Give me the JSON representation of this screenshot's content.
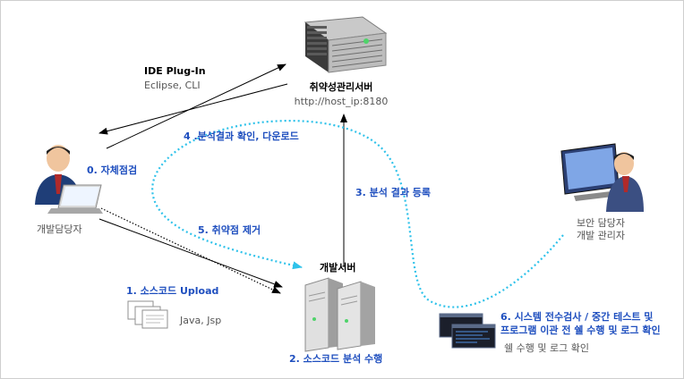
{
  "nodes": {
    "vuln_server": {
      "title": "취약성관리서버",
      "url": "http://host_ip:8180"
    },
    "dev_server": {
      "title": "개발서버"
    },
    "developer": {
      "label": "개발담당자"
    },
    "security_admin": {
      "line1": "보안 담당자",
      "line2": "개발 관리자"
    }
  },
  "ide": {
    "title": "IDE Plug-In",
    "subtitle": "Eclipse, CLI"
  },
  "steps": {
    "s0": "0. 자체점검",
    "s1": "1. 소스코드 Upload",
    "s1_files": "Java, Jsp",
    "s2": "2. 소스코드 분석 수행",
    "s3": "3. 분석 결과 등록",
    "s4": "4 .분석결과 확인, 다운로드",
    "s5": "5. 취약점 제거",
    "s6_line1": "6. 시스템 전수검사 / 중간 테스트 및",
    "s6_line2": "프로그램 이관 전 쉘 수행 및 로그 확인",
    "s6_sub": "쉘 수행 및 로그 확인"
  },
  "colors": {
    "step_text": "#1f4fbf",
    "dotted_flow": "#33ccee",
    "arrow": "#000000"
  }
}
